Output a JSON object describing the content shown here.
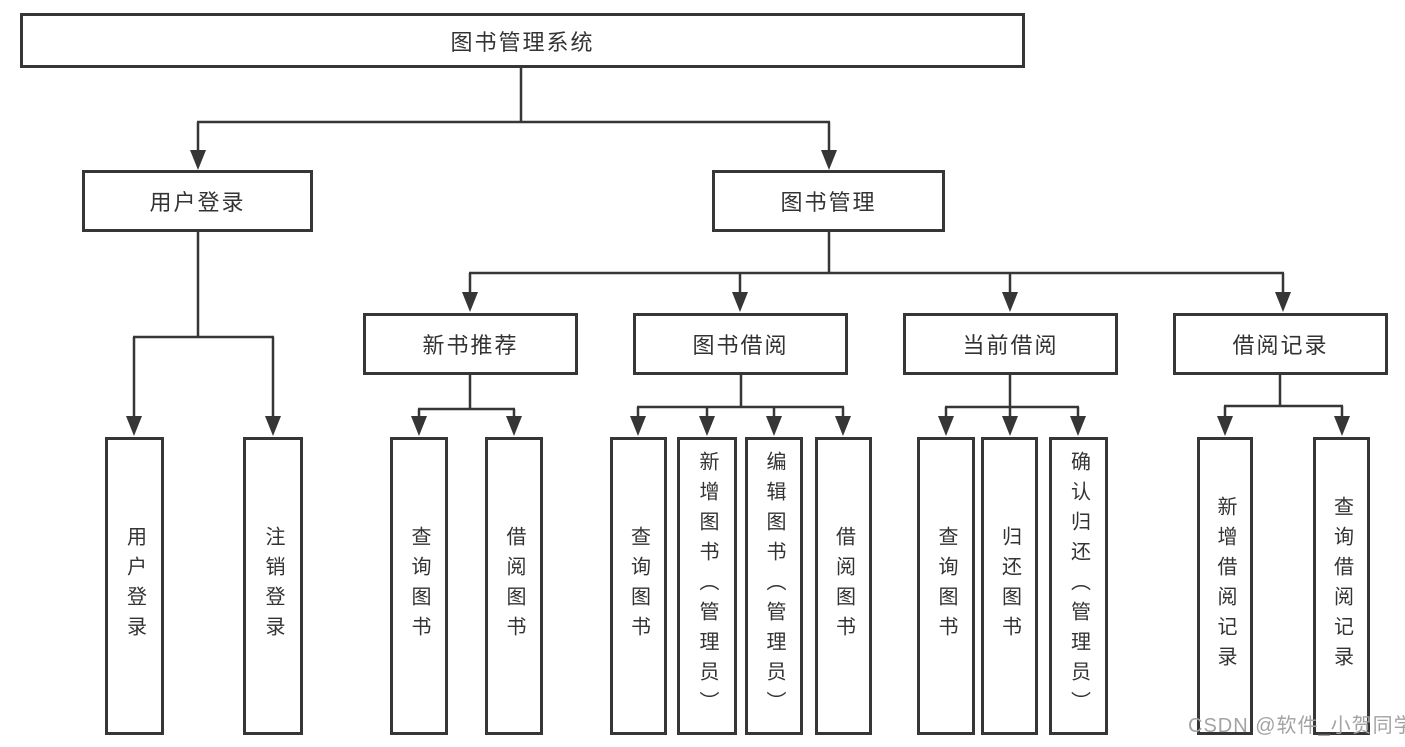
{
  "tree": {
    "label": "图书管理系统",
    "children": [
      {
        "label": "用户登录",
        "children": [
          {
            "label": "用户登录"
          },
          {
            "label": "注销登录"
          }
        ]
      },
      {
        "label": "图书管理",
        "children": [
          {
            "label": "新书推荐",
            "children": [
              {
                "label": "查询图书"
              },
              {
                "label": "借阅图书"
              }
            ]
          },
          {
            "label": "图书借阅",
            "children": [
              {
                "label": "查询图书"
              },
              {
                "label": "新增图书（管理员）"
              },
              {
                "label": "编辑图书（管理员）"
              },
              {
                "label": "借阅图书"
              }
            ]
          },
          {
            "label": "当前借阅",
            "children": [
              {
                "label": "查询图书"
              },
              {
                "label": "归还图书"
              },
              {
                "label": "确认归还（管理员）"
              }
            ]
          },
          {
            "label": "借阅记录",
            "children": [
              {
                "label": "新增借阅记录"
              },
              {
                "label": "查询借阅记录"
              }
            ]
          }
        ]
      }
    ]
  },
  "watermark": {
    "text": "CSDN @软件_小贺同学"
  },
  "colors": {
    "line": "#363636",
    "text": "#333333",
    "box_background": "#ffffff",
    "watermark": "#a3a3a3"
  }
}
